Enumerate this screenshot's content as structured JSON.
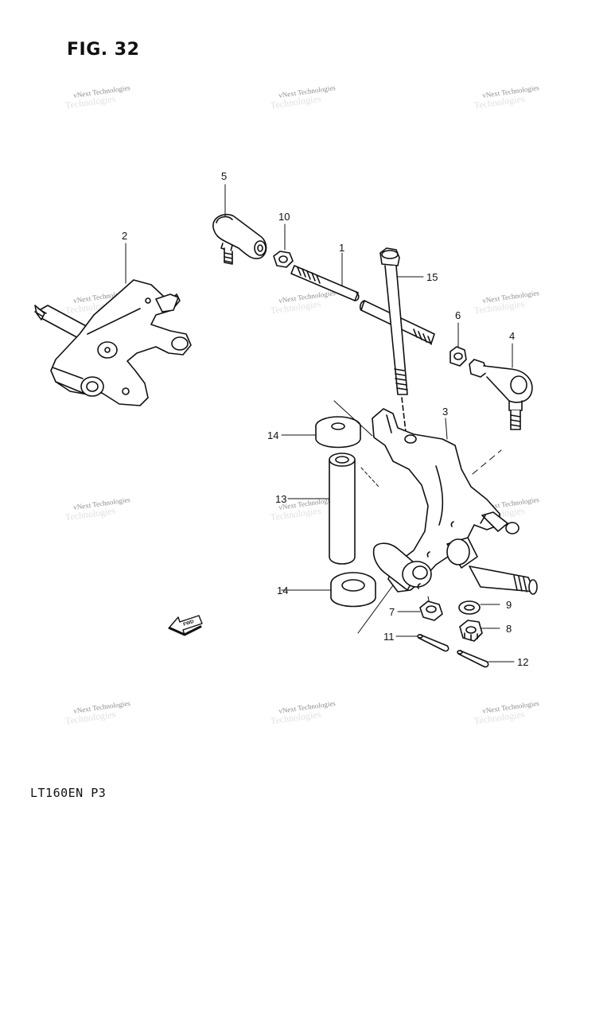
{
  "figure": {
    "title": "FIG. 32",
    "footer_code": "LT160EN P3",
    "fwd_label": "FWD"
  },
  "watermark": {
    "text": "vNext Technologies",
    "ghost_text": "Technologies"
  },
  "callouts": {
    "c1": "1",
    "c2": "2",
    "c3": "3",
    "c4": "4",
    "c5": "5",
    "c6": "6",
    "c7": "7",
    "c8": "8",
    "c9": "9",
    "c10": "10",
    "c11": "11",
    "c12": "12",
    "c13": "13",
    "c14a": "14",
    "c14b": "14",
    "c15": "15"
  }
}
